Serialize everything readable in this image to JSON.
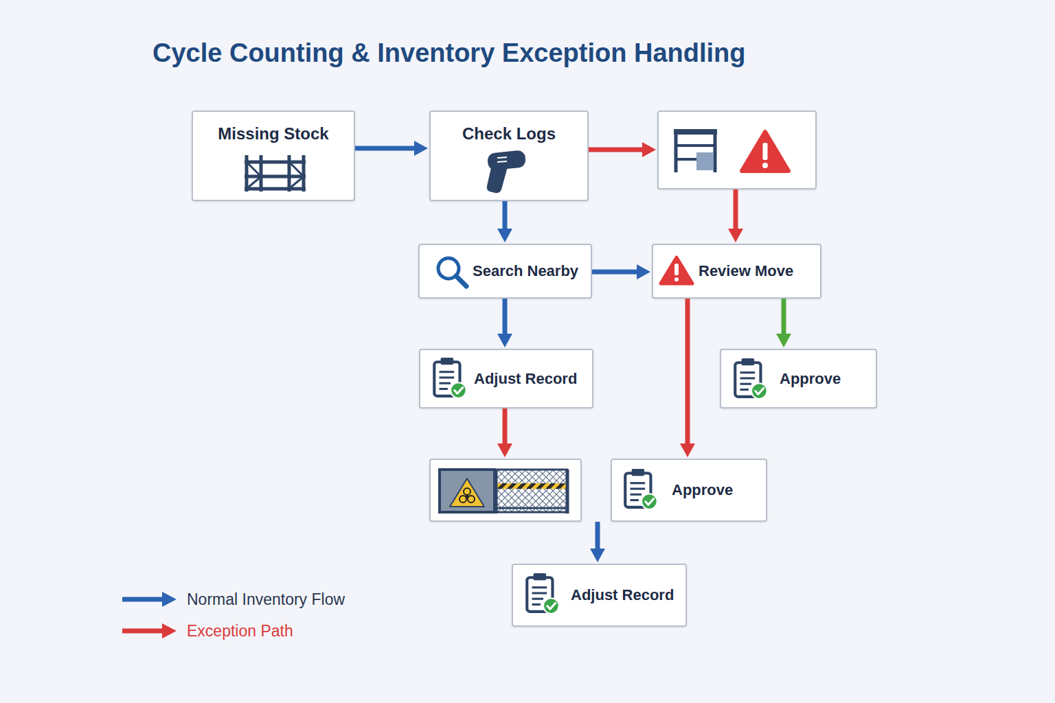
{
  "diagram": {
    "title": "Cycle Counting & Inventory Exception Handling",
    "nodes": [
      {
        "text": [
          "Missing Stock"
        ]
      },
      {
        "text": [
          "Check Logs"
        ]
      },
      {
        "text": []
      },
      {
        "text": [
          "Search Nearby"
        ]
      },
      {
        "text": [
          "Review Move"
        ]
      },
      {
        "text": [
          "Adjust Record"
        ]
      },
      {
        "text": [
          "Approve"
        ]
      },
      {
        "text": []
      },
      {
        "text": [
          "Approve"
        ]
      },
      {
        "text": [
          "Adjust Record"
        ]
      }
    ],
    "edges": [
      {
        "from": 0,
        "to": 1,
        "arrow": "to"
      },
      {
        "from": 1,
        "to": 2,
        "arrow": "to"
      },
      {
        "from": 1,
        "to": 3,
        "arrow": "to"
      },
      {
        "from": 2,
        "to": 4,
        "arrow": "to"
      },
      {
        "from": 3,
        "to": 4,
        "arrow": "to"
      },
      {
        "from": 4,
        "to": 6,
        "arrow": "to"
      },
      {
        "from": 4,
        "to": 8,
        "arrow": "to"
      },
      {
        "from": 3,
        "to": 5,
        "arrow": "to"
      },
      {
        "from": 5,
        "to": 7,
        "arrow": "to"
      },
      {
        "from": 7,
        "to": 9,
        "arrow": "to"
      }
    ],
    "legend": [
      {
        "text": "Normal Inventory Flow"
      },
      {
        "text": "Exception Path"
      }
    ]
  }
}
